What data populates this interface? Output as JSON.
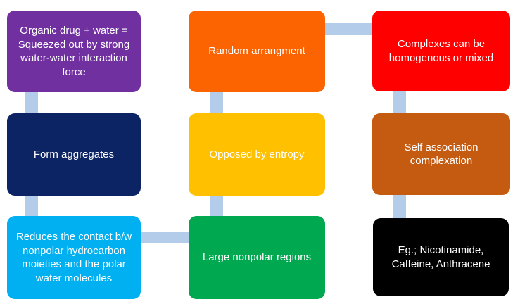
{
  "diagram": {
    "background": "#FFFFFF",
    "text_color": "#FFFFFF",
    "connector_color": "#B3CCEA",
    "columns": [
      {
        "name": "hydrophobic-effect-column",
        "boxes": [
          {
            "label": "Organic drug + water = Squeezed out by strong water-water interaction force",
            "color": "#7030A0"
          },
          {
            "label": "Form aggregates",
            "color": "#0C2364"
          },
          {
            "label": "Reduces the contact b/w nonpolar hydrocarbon moieties and the polar water molecules",
            "color": "#00B0F0"
          }
        ]
      },
      {
        "name": "entropy-column",
        "boxes": [
          {
            "label": "Random arrangment",
            "color": "#FB6400"
          },
          {
            "label": "Opposed by entropy",
            "color": "#FFC000"
          },
          {
            "label": "Large nonpolar regions",
            "color": "#00A850"
          }
        ]
      },
      {
        "name": "complexation-column",
        "boxes": [
          {
            "label": "Complexes can be homogenous or mixed",
            "color": "#FE0000"
          },
          {
            "label": "Self association complexation",
            "color": "#C55A11"
          },
          {
            "label": "Eg.; Nicotinamide, Caffeine, Anthracene",
            "color": "#000000"
          }
        ]
      }
    ]
  }
}
